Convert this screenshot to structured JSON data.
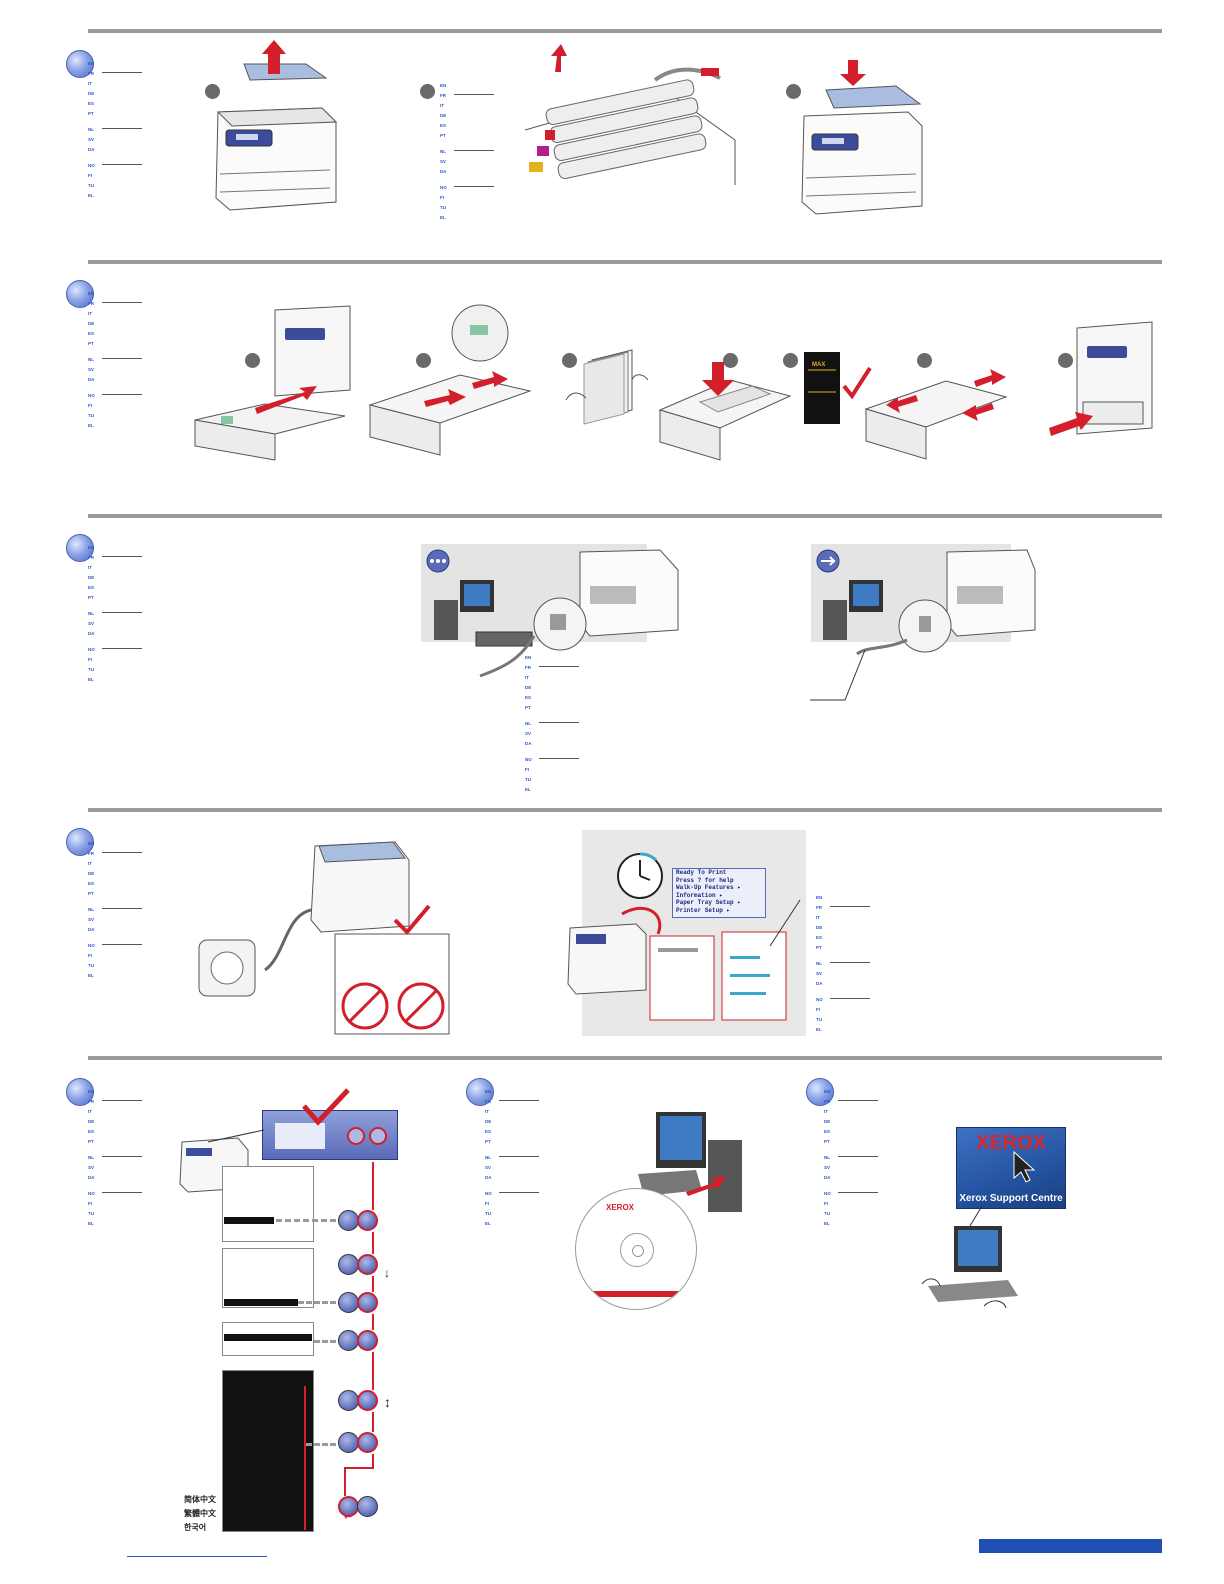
{
  "language_codes": [
    "EN",
    "FR",
    "IT",
    "DE",
    "ES",
    "PT",
    "NL",
    "SV",
    "DA",
    "NO",
    "FI",
    "TU",
    "EL"
  ],
  "language_menu": [
    "简体中文",
    "繁體中文",
    "한국어"
  ],
  "lcd_menu": [
    "Ready To Print",
    "Press ? for help",
    "Walk-Up Features ▸",
    "Information ▸",
    "Paper Tray Setup ▸",
    "Printer Setup ▸"
  ],
  "brand": {
    "logo": "XEROX",
    "caption": "Xerox Support Centre",
    "cd_logo": "XEROX"
  },
  "tray_label": {
    "max": "MAX"
  },
  "colors": {
    "rule": "#9a9a9a",
    "step_blue": "#4b68c4",
    "accent_red": "#d21f2b",
    "footer_blue": "#1f4fb0",
    "lang_blue": "#2a57c8"
  }
}
